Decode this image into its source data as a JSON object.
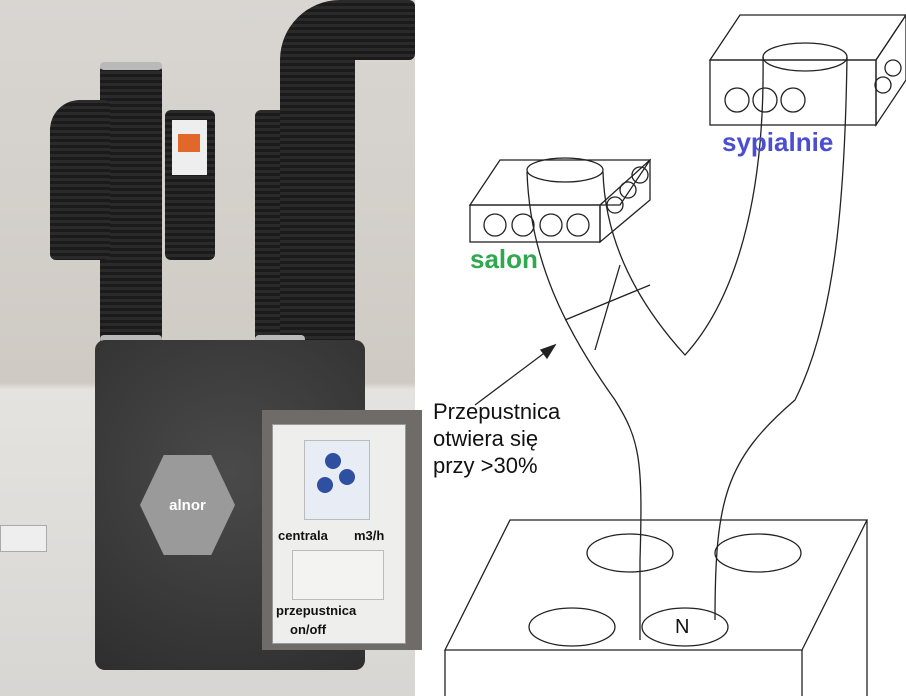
{
  "photo": {
    "logo_text": "alnor",
    "controller": {
      "label_top": "centrala",
      "label_unit": "m3/h",
      "label_damper": "przepustnica",
      "label_toggle": "on/off"
    }
  },
  "diagram": {
    "room_salon": "salon",
    "room_sypialnie": "sypialnie",
    "annotation_lines": [
      "Przepustnica",
      "otwiera się",
      "przy >30%"
    ],
    "outlet_label": "N",
    "colors": {
      "salon": "#2fa84f",
      "sypialnie": "#4a4ed0",
      "lines": "#222222"
    }
  }
}
